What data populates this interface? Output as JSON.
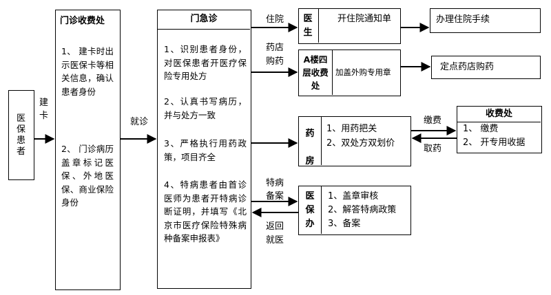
{
  "patient": {
    "label": "医保患者"
  },
  "left_to_reg_label": "建卡",
  "registration": {
    "title": "门诊收费处",
    "item1": "1、 建卡时出示医保卡等相关信息，确认患者身份",
    "item2": "2、 门诊病历盖章标记医保、外地医保、商业保险身份"
  },
  "reg_to_er_label": "就诊",
  "er": {
    "title": "门急诊",
    "item1": "1、识别患者身份，对医保患者开医疗保险专用处方",
    "item2": "2、认真书写病历，并与处方一致",
    "item3": "3、严格执行用药政策，项目齐全",
    "item4": "4、特病患者由首诊医师为患者开特病诊断证明，并填写《北京市医疗保险特殊病种备案申报表》"
  },
  "row1": {
    "label": "住院",
    "doctor": "医生",
    "notice": "开住院通知单",
    "target": "办理住院手续"
  },
  "row2": {
    "label_a": "药店",
    "label_b": "购药",
    "office": "A楼四层收费处",
    "stamp": "加盖外购专用章",
    "target": "定点药店购药"
  },
  "row3": {
    "pharmacy": "药房",
    "item1": "1、用药把关",
    "item2": "2、双处方双划价",
    "pay_label": "缴费",
    "take_label": "取药",
    "cashier_title": "收费处",
    "cashier_item1": "1、 缴费",
    "cashier_item2": "2、 开专用收据"
  },
  "row4": {
    "label_a": "特病",
    "label_b": "备案",
    "return_a": "返回",
    "return_b": "就医",
    "office": "医保办",
    "item1": "1、盖章审核",
    "item2": "2、解答特病政策",
    "item3": "3、备案"
  }
}
